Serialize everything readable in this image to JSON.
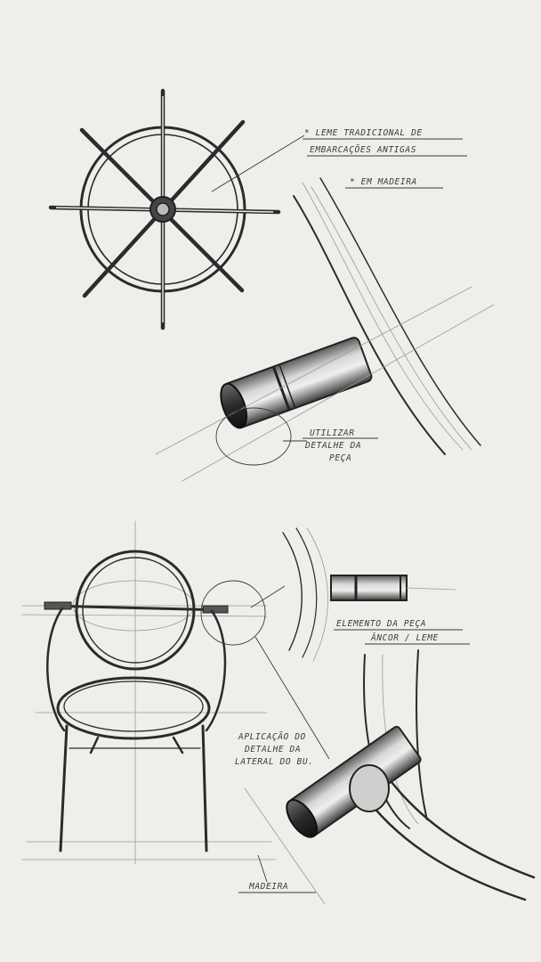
{
  "annotations": {
    "helm_description_line1": "* Leme tradicional de",
    "helm_description_line2": "embarcações antigas",
    "helm_material": "* Em madeira",
    "detail_line1": "Utilizar",
    "detail_line2": "detalhe da",
    "detail_line3": "peça",
    "element_line1": "Elemento da peça",
    "element_line2": "âncor / leme",
    "application_line1": "Aplicação do",
    "application_line2": "detalhe da",
    "application_line3": "lateral do bu.",
    "material_bottom": "Madeira"
  },
  "colors": {
    "paper": "#efeeeb",
    "graphite": "#2b2b2b",
    "guide_lines": "#9a9a98"
  }
}
